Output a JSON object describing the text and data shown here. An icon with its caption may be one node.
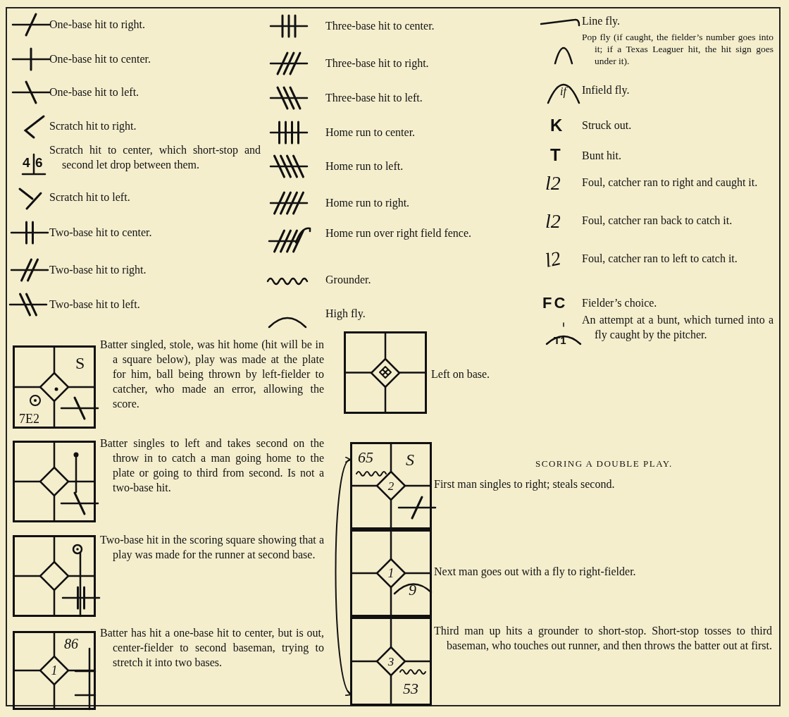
{
  "diagram": {
    "nodes": [
      {
        "text": [
          "S",
          "7E2"
        ],
        "beside": [
          "Batter singled, stole, was hit home (hit will be in a square below), play was made at the plate for him, ball being thrown by left-fielder to catcher, who made an error, allowing the score."
        ]
      },
      {
        "text": [],
        "shape": "box",
        "beside": [
          "Batter singles to left and takes second on the throw in to catch a man going home to the plate or going to third from second. Is not a two-base hit."
        ]
      },
      {
        "text": [],
        "shape": "box",
        "beside": [
          "Two-base hit in the scoring square showing that a play was made for the runner at second base."
        ]
      },
      {
        "text": [
          "86",
          "1"
        ],
        "beside": [
          "Batter has hit a one-base hit to center, but is out, center-fielder to second baseman, trying to stretch it into two bases."
        ]
      },
      {
        "text": [],
        "shape": "box",
        "beside": [
          "Left on base."
        ]
      },
      {
        "text": [
          "65",
          "S",
          "2"
        ],
        "beside": [
          "First man singles to right; steals second."
        ]
      },
      {
        "text": [
          "1",
          "9"
        ],
        "beside": [
          "Next man goes out with a fly to right-fielder."
        ]
      },
      {
        "text": [
          "3",
          "53"
        ],
        "beside": [
          "Third man up hits a grounder to short-stop. Short-stop tosses to third baseman, who touches out runner, and then throws the batter out at first."
        ]
      }
    ],
    "edges": [
      {
        "from": 5,
        "to": 7,
        "arrow": "both"
      }
    ],
    "labels": [
      "4",
      "6",
      "if",
      "K",
      "T",
      "l2",
      "l2",
      "l2",
      "FC",
      "T1",
      "SCORING A DOUBLE PLAY."
    ],
    "legend": [
      {
        "text": "One-base hit to right."
      },
      {
        "text": "One-base hit to center."
      },
      {
        "text": "One-base hit to left."
      },
      {
        "text": "Scratch hit to right."
      },
      {
        "text": "Scratch hit to center, which short-stop and second let drop between them."
      },
      {
        "text": "Scratch hit to left."
      },
      {
        "text": "Two-base hit to center."
      },
      {
        "text": "Two-base hit to right."
      },
      {
        "text": "Two-base hit to left."
      },
      {
        "text": "Three-base hit to center."
      },
      {
        "text": "Three-base hit to right."
      },
      {
        "text": "Three-base hit to left."
      },
      {
        "text": "Home run to center."
      },
      {
        "text": "Home run to left."
      },
      {
        "text": "Home run to right."
      },
      {
        "text": "Home run over right field fence."
      },
      {
        "text": "Grounder."
      },
      {
        "text": "High fly."
      },
      {
        "text": "Line fly."
      },
      {
        "text": "Pop fly (if caught, the fielder’s number goes into it; if a Texas Leaguer hit, the hit sign goes under it)."
      },
      {
        "text": "Infield fly."
      },
      {
        "text": "Struck out."
      },
      {
        "text": "Bunt hit."
      },
      {
        "text": "Foul, catcher ran to right and caught it."
      },
      {
        "text": "Foul, catcher ran back to catch it."
      },
      {
        "text": "Foul, catcher ran to left to catch it."
      },
      {
        "text": "Fielder’s choice."
      },
      {
        "text": "An attempt at a bunt, which turned into a fly caught by the pitcher."
      }
    ]
  }
}
